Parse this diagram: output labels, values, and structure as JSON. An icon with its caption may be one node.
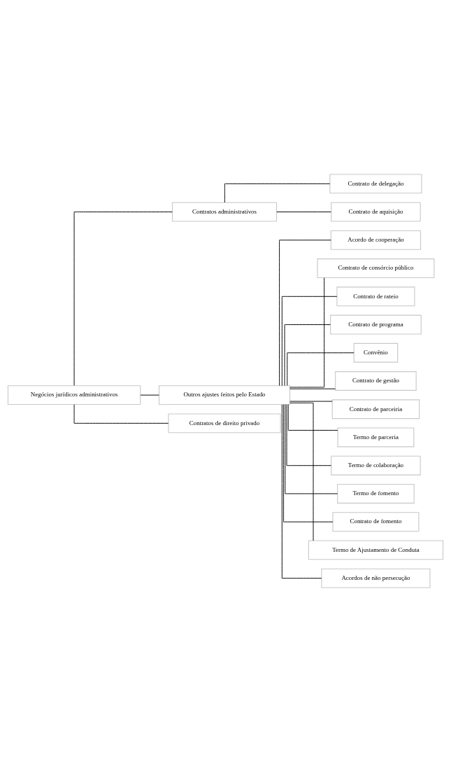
{
  "diagram": {
    "nodes": [
      {
        "text": [
          "Negócios jurídicos administrativos"
        ]
      },
      {
        "text": [
          "Contratos administrativos"
        ]
      },
      {
        "text": [
          "Contrato de delegação"
        ]
      },
      {
        "text": [
          "Contrato de aquisição"
        ]
      },
      {
        "text": [
          "Outros ajustes feitos pelo Estado"
        ]
      },
      {
        "text": [
          "Acordo de cooperação"
        ]
      },
      {
        "text": [
          "Contrato de consórcio público"
        ]
      },
      {
        "text": [
          "Contrato de rateio"
        ]
      },
      {
        "text": [
          "Contrato de programa"
        ]
      },
      {
        "text": [
          "Convênio"
        ]
      },
      {
        "text": [
          "Contrato de gestão"
        ]
      },
      {
        "text": [
          "Contrato de parceiria"
        ]
      },
      {
        "text": [
          "Termo de parceria"
        ]
      },
      {
        "text": [
          "Termo de colaboração"
        ]
      },
      {
        "text": [
          "Termo de fomento"
        ]
      },
      {
        "text": [
          "Contrato de fomento"
        ]
      },
      {
        "text": [
          "Termo de Ajustamento de Conduta"
        ]
      },
      {
        "text": [
          "Acordos de não persecução"
        ]
      },
      {
        "text": [
          "Contratos de direito privado"
        ]
      }
    ],
    "edges": [
      {
        "from": 0,
        "to": 1,
        "arrow": "none"
      },
      {
        "from": 0,
        "to": 4,
        "arrow": "none"
      },
      {
        "from": 0,
        "to": 18,
        "arrow": "none"
      },
      {
        "from": 1,
        "to": 2,
        "arrow": "none"
      },
      {
        "from": 1,
        "to": 3,
        "arrow": "none"
      },
      {
        "from": 4,
        "to": 5,
        "arrow": "none"
      },
      {
        "from": 4,
        "to": 6,
        "arrow": "none"
      },
      {
        "from": 4,
        "to": 7,
        "arrow": "none"
      },
      {
        "from": 4,
        "to": 8,
        "arrow": "none"
      },
      {
        "from": 4,
        "to": 9,
        "arrow": "none"
      },
      {
        "from": 4,
        "to": 10,
        "arrow": "none"
      },
      {
        "from": 4,
        "to": 11,
        "arrow": "none"
      },
      {
        "from": 4,
        "to": 12,
        "arrow": "none"
      },
      {
        "from": 4,
        "to": 13,
        "arrow": "none"
      },
      {
        "from": 4,
        "to": 14,
        "arrow": "none"
      },
      {
        "from": 4,
        "to": 15,
        "arrow": "none"
      },
      {
        "from": 4,
        "to": 16,
        "arrow": "none"
      },
      {
        "from": 4,
        "to": 17,
        "arrow": "none"
      }
    ]
  }
}
